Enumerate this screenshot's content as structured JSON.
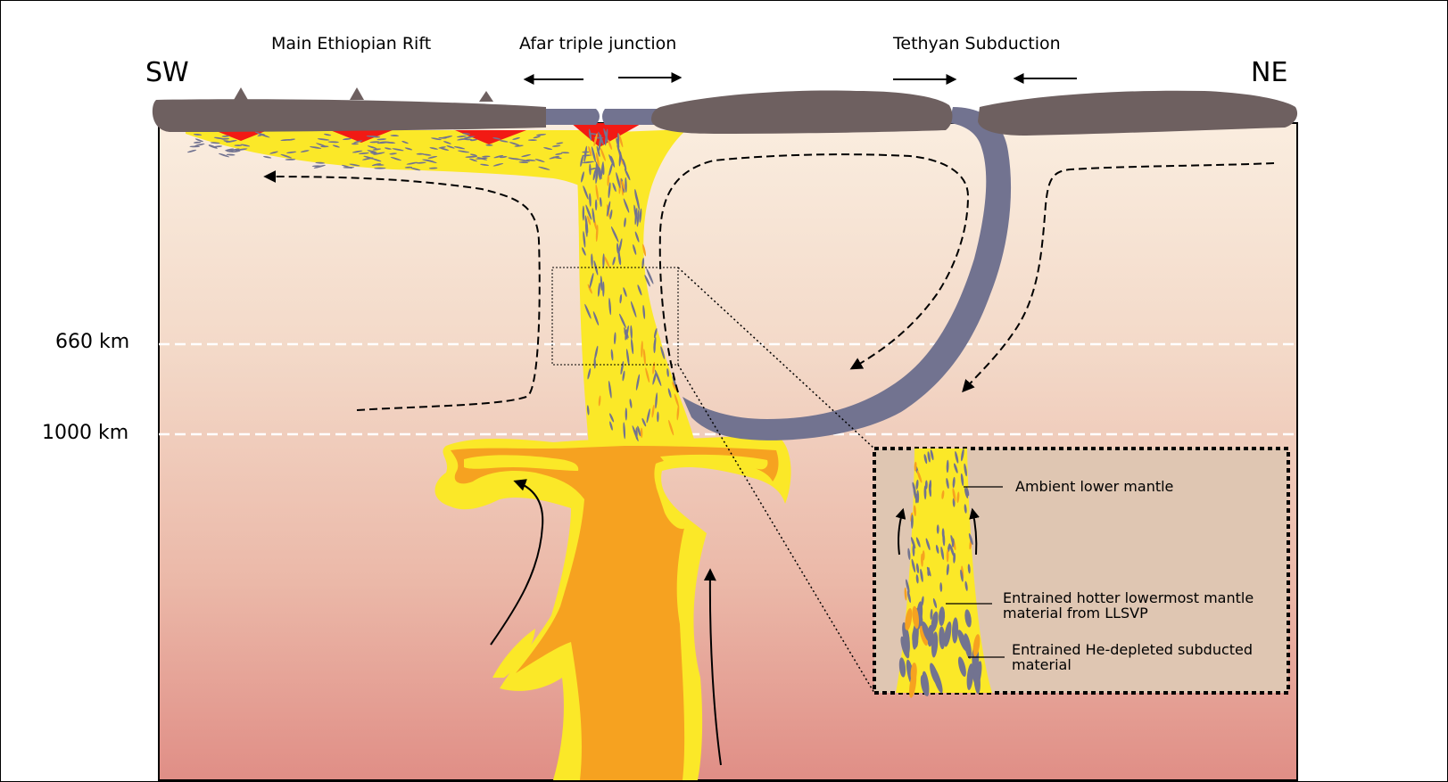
{
  "labels": {
    "rift": "Main Ethiopian Rift",
    "triple": "Afar triple junction",
    "tethyan": "Tethyan Subduction",
    "sw": "SW",
    "ne": "NE",
    "d660": "660 km",
    "d1000": "1000 km"
  },
  "inset": {
    "ambient": "Ambient lower mantle",
    "hotter_1": "Entrained hotter lowermost mantle",
    "hotter_2": "material from LLSVP",
    "depleted_1": "Entrained He-depleted subducted",
    "depleted_2": "material"
  },
  "colors": {
    "plate": "#6e6060",
    "slab": "#727390",
    "plume_yellow": "#fbe828",
    "plume_orange": "#f6a220",
    "melt_red": "#f21a14",
    "mantle_top": "#faeadc",
    "mantle_bottom": "#e09088",
    "inset_bg": "#dfc6b2"
  }
}
